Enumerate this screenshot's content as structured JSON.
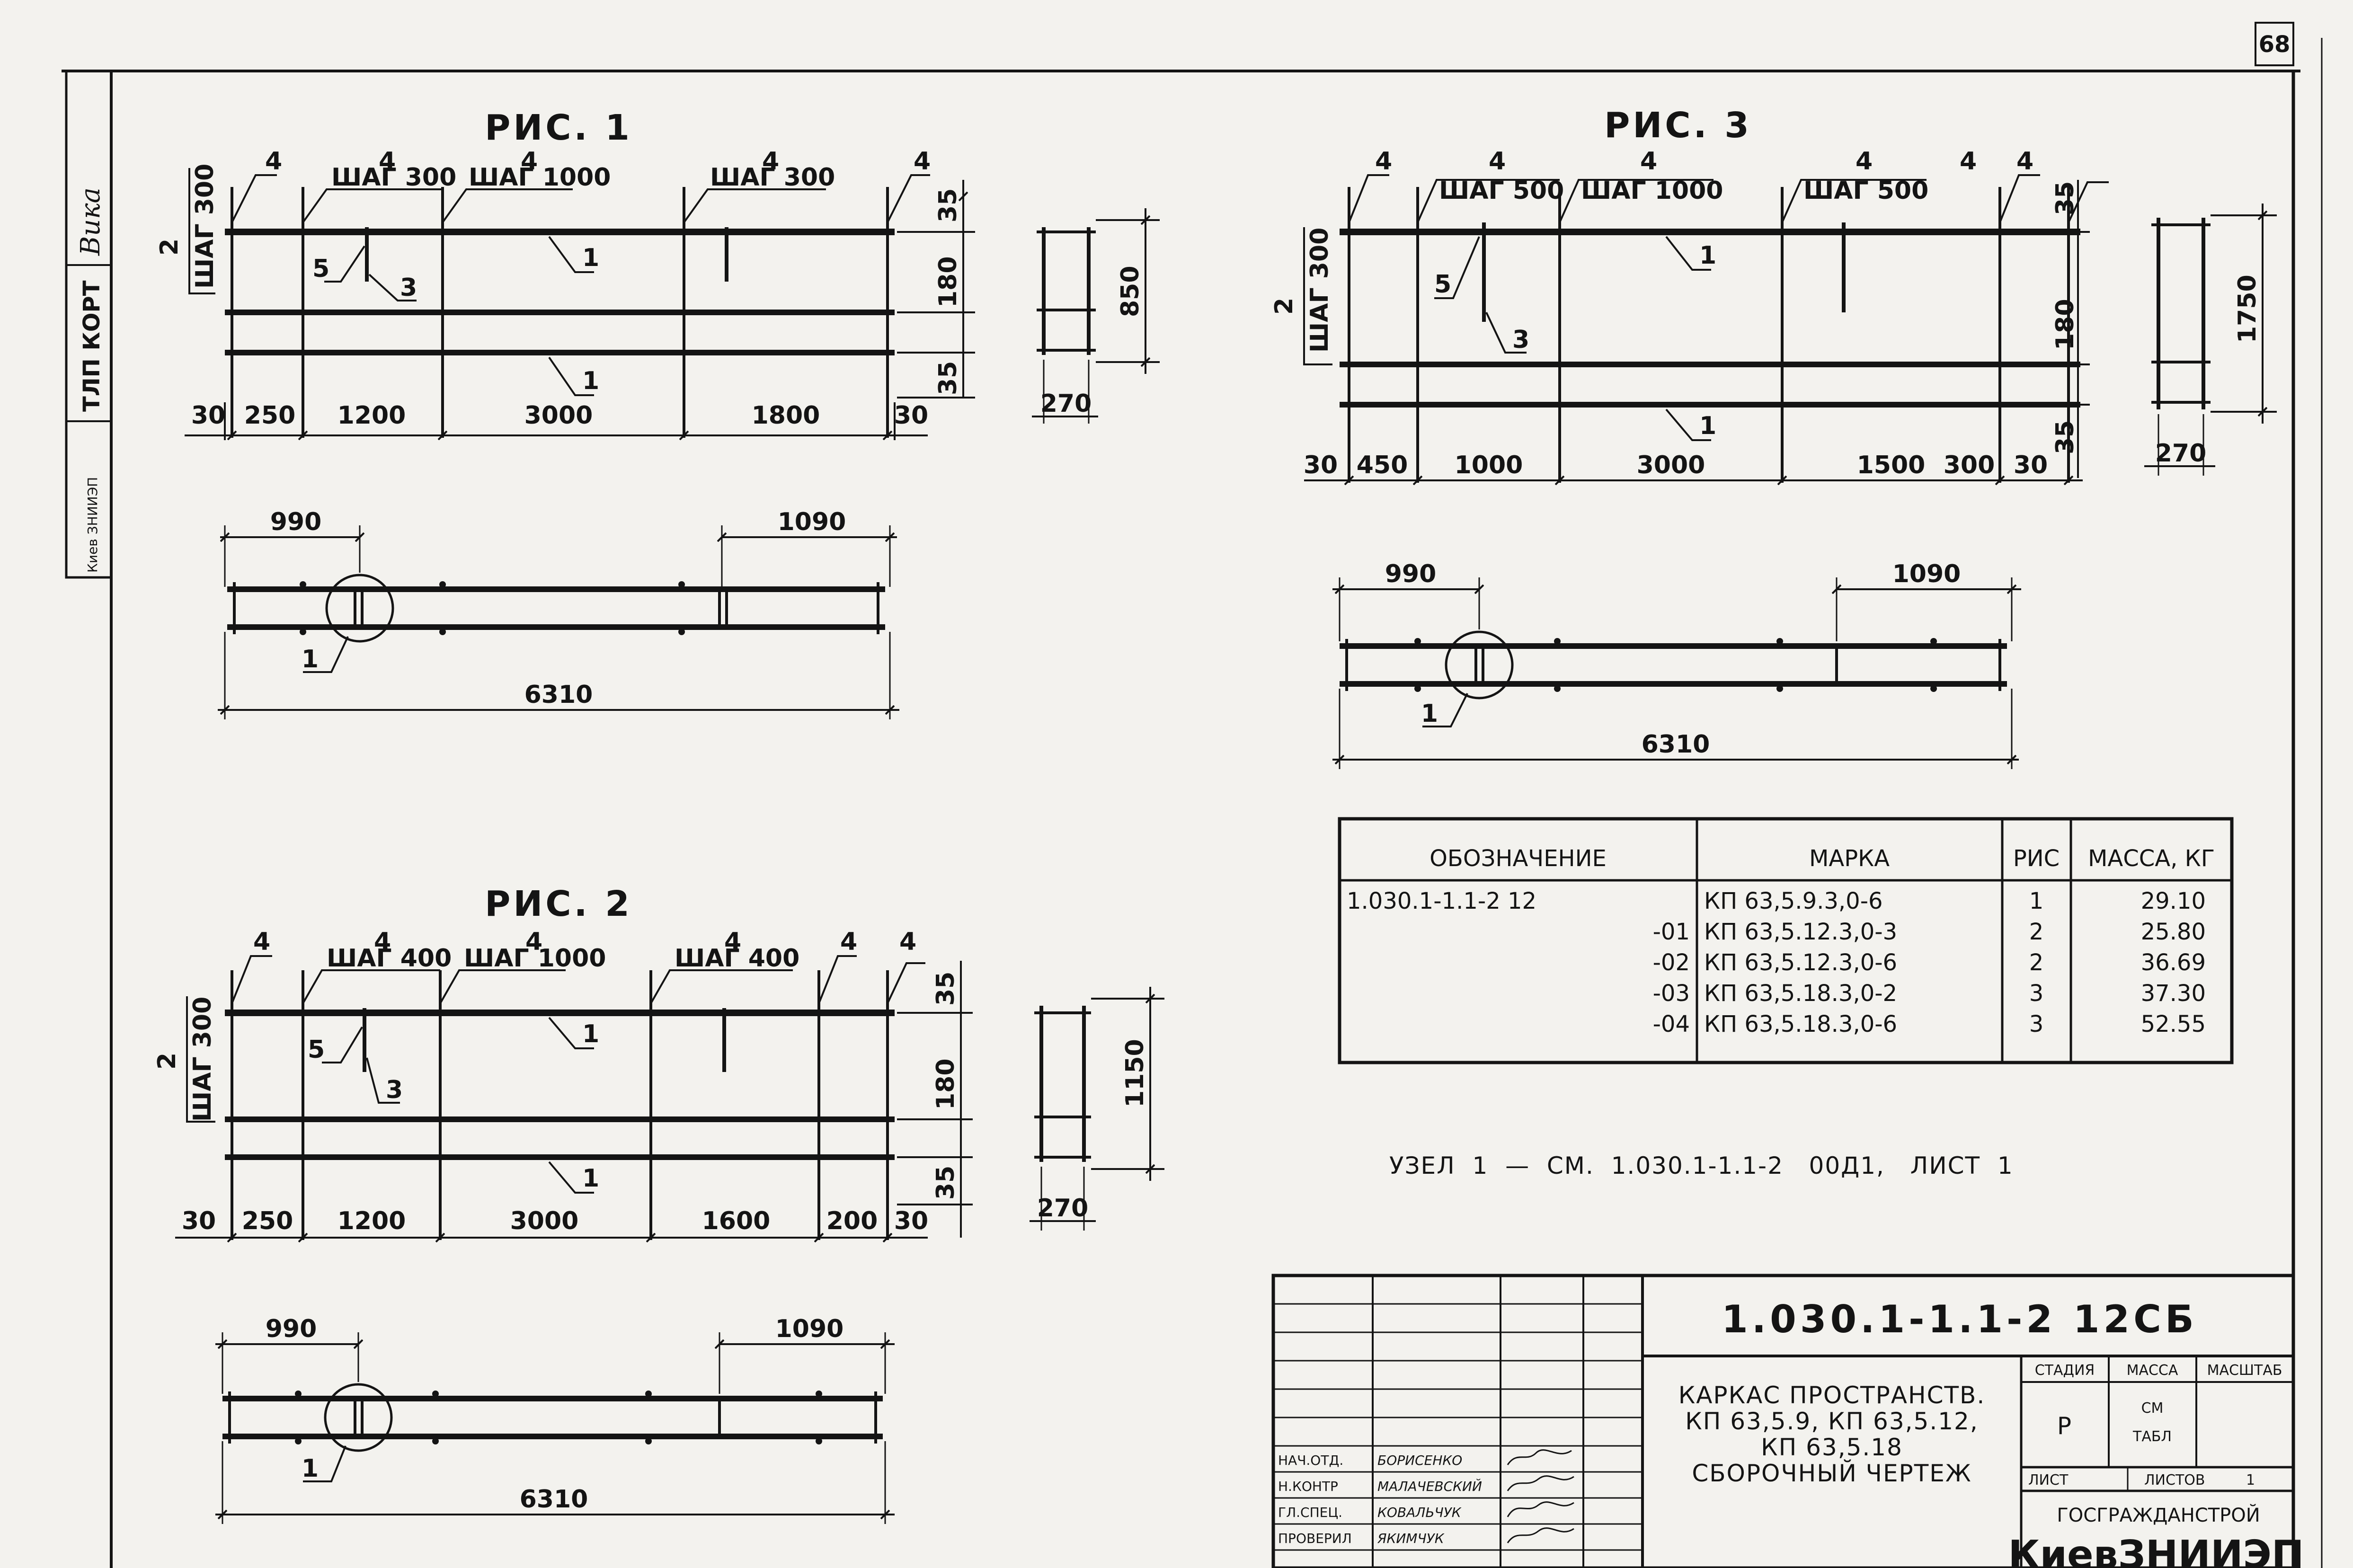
{
  "page_number": "68",
  "side_stamp": {
    "organization": "Киев ЗНИИЭП",
    "department": "ТЛП КОРТ",
    "signature": "Вика"
  },
  "fig1": {
    "title": "РИС. 1",
    "callouts": [
      "4",
      "4",
      "4",
      "4",
      "4"
    ],
    "steps": [
      "ШАГ 300",
      "ШАГ 1000",
      "ШАГ 300"
    ],
    "side_pos": "2",
    "side_step": "ШАГ 300",
    "pos_labels": [
      "1",
      "1",
      "5",
      "3"
    ],
    "right_dims": [
      "35",
      "180",
      "35"
    ],
    "section_height": "850",
    "section_width": "270",
    "bottom_dims": [
      "30",
      "250",
      "1200",
      "3000",
      "1800",
      "30"
    ],
    "plan_dims": [
      "990",
      "1090",
      "6310"
    ],
    "plan_pos": "1"
  },
  "fig2": {
    "title": "РИС. 2",
    "callouts": [
      "4",
      "4",
      "4",
      "4",
      "4",
      "4"
    ],
    "steps": [
      "ШАГ 400",
      "ШАГ 1000",
      "ШАГ 400"
    ],
    "side_pos": "2",
    "side_step": "ШАГ 300",
    "pos_labels": [
      "1",
      "1",
      "5",
      "3"
    ],
    "right_dims": [
      "35",
      "180",
      "35"
    ],
    "section_height": "1150",
    "section_width": "270",
    "bottom_dims": [
      "30",
      "250",
      "1200",
      "3000",
      "1600",
      "200",
      "30"
    ],
    "plan_dims": [
      "990",
      "1090",
      "6310"
    ],
    "plan_pos": "1"
  },
  "fig3": {
    "title": "РИС. 3",
    "callouts": [
      "4",
      "4",
      "4",
      "4",
      "4",
      "4"
    ],
    "steps": [
      "ШАГ 500",
      "ШАГ 1000",
      "ШАГ 500"
    ],
    "side_pos": "2",
    "side_step": "ШАГ 300",
    "pos_labels": [
      "1",
      "1",
      "5",
      "3"
    ],
    "right_dims": [
      "35",
      "180",
      "35"
    ],
    "section_height": "1750",
    "section_width": "270",
    "bottom_dims": [
      "30",
      "450",
      "1000",
      "3000",
      "1500",
      "300",
      "30"
    ],
    "plan_dims": [
      "990",
      "1090",
      "6310"
    ],
    "plan_pos": "1"
  },
  "table": {
    "headers": [
      "ОБОЗНАЧЕНИЕ",
      "МАРКА",
      "РИС",
      "МАССА, КГ"
    ],
    "rows": [
      {
        "designation": "1.030.1-1.1-2 12",
        "mark": "КП 63,5.9.3,0-6",
        "fig": "1",
        "mass": "29.10"
      },
      {
        "designation": "-01",
        "mark": "КП 63,5.12.3,0-3",
        "fig": "2",
        "mass": "25.80"
      },
      {
        "designation": "-02",
        "mark": "КП 63,5.12.3,0-6",
        "fig": "2",
        "mass": "36.69"
      },
      {
        "designation": "-03",
        "mark": "КП 63,5.18.3,0-2",
        "fig": "3",
        "mass": "37.30"
      },
      {
        "designation": "-04",
        "mark": "КП 63,5.18.3,0-6",
        "fig": "3",
        "mass": "52.55"
      }
    ]
  },
  "note": "УЗЕЛ  1  —  СМ.  1.030.1-1.1-2   00Д1,   ЛИСТ  1",
  "title_block": {
    "code": "1.030.1-1.1-2 12СБ",
    "name_lines": [
      "КАРКАС ПРОСТРАНСТВ.",
      "КП 63,5.9,  КП 63,5.12,",
      "КП 63,5.18",
      "СБОРОЧНЫЙ ЧЕРТЕЖ"
    ],
    "stage_header": "СТАДИЯ",
    "mass_header": "МАССА",
    "scale_header": "МАСШТАБ",
    "stage_value": "Р",
    "mass_value_1": "СМ",
    "mass_value_2": "ТАБЛ",
    "sheet_label": "ЛИСТ",
    "sheets_label": "ЛИСТОВ",
    "sheets_value": "1",
    "org_line_1": "ГОСГРАЖДАНСТРОЙ",
    "org_line_2": "КиевЗНИИЭП",
    "signatories": [
      {
        "role": "НАЧ.ОТД.",
        "name": "БОРИСЕНКО"
      },
      {
        "role": "Н.КОНТР",
        "name": "МАЛАЧЕВСКИЙ"
      },
      {
        "role": "ГЛ.СПЕЦ.",
        "name": "КОВАЛЬЧУК"
      },
      {
        "role": "ПРОВЕРИЛ",
        "name": "ЯКИМЧУК"
      }
    ]
  }
}
